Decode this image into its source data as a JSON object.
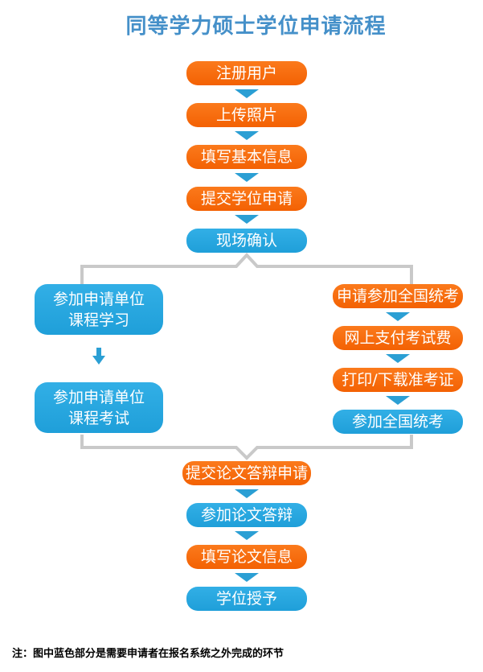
{
  "title": "同等学力硕士学位申请流程",
  "note": "注：图中蓝色部分是需要申请者在报名系统之外完成的环节",
  "colors": {
    "title_blue": "#4590C9",
    "system_step_orange": "#F9690F",
    "external_step_blue": "#29A9E1",
    "arrow_blue": "#2B9FD4",
    "connector_gray": "#C9C9C9",
    "step_text": "#FFFFFF",
    "note_text": "#000000"
  },
  "flow": {
    "main_top": [
      {
        "label": "注册用户",
        "type": "system-orange"
      },
      {
        "label": "上传照片",
        "type": "system-orange"
      },
      {
        "label": "填写基本信息",
        "type": "system-orange"
      },
      {
        "label": "提交学位申请",
        "type": "system-orange"
      },
      {
        "label": "现场确认",
        "type": "external-blue"
      }
    ],
    "left_branch": [
      {
        "label": "参加申请单位\n课程学习",
        "type": "external-blue"
      },
      {
        "label": "参加申请单位\n课程考试",
        "type": "external-blue"
      }
    ],
    "right_branch": [
      {
        "label": "申请参加全国统考",
        "type": "system-orange"
      },
      {
        "label": "网上支付考试费",
        "type": "system-orange"
      },
      {
        "label": "打印/下载准考证",
        "type": "system-orange"
      },
      {
        "label": "参加全国统考",
        "type": "external-blue"
      }
    ],
    "main_bottom": [
      {
        "label": "提交论文答辩申请",
        "type": "system-orange"
      },
      {
        "label": "参加论文答辩",
        "type": "external-blue"
      },
      {
        "label": "填写论文信息",
        "type": "system-orange"
      },
      {
        "label": "学位授予",
        "type": "external-blue"
      }
    ]
  }
}
